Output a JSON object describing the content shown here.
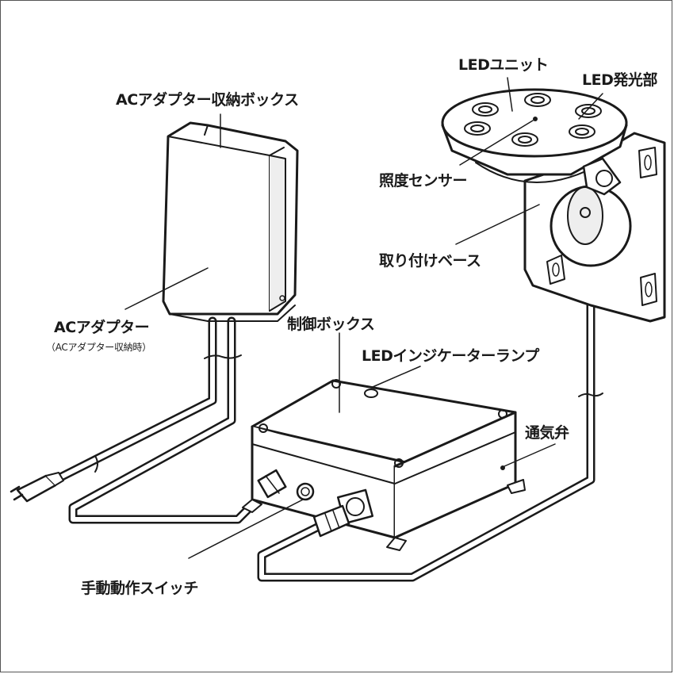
{
  "labels": {
    "ac_box": "ACアダプター収納ボックス",
    "ac_adapter": "ACアダプター",
    "ac_adapter_note": "（ACアダプター収納時）",
    "led_unit": "LEDユニット",
    "led_emitter": "LED発光部",
    "light_sensor": "照度センサー",
    "mount_base": "取り付けベース",
    "control_box": "制御ボックス",
    "led_indicator": "LEDインジケーターランプ",
    "vent": "通気弁",
    "manual_switch": "手動動作スイッチ"
  },
  "colors": {
    "ink": "#1a1a1a",
    "fill": "#ffffff",
    "shade": "#d9d9d9"
  }
}
